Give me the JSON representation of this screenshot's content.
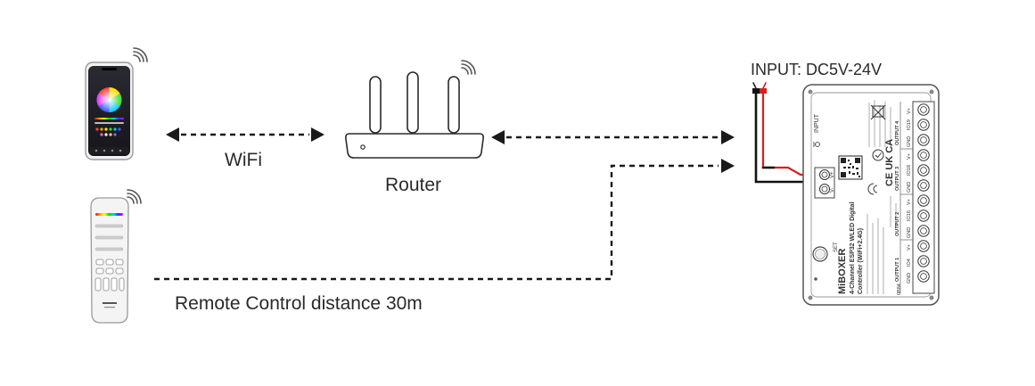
{
  "labels": {
    "wifi": "WiFi",
    "router": "Router",
    "remote": "Remote Control distance 30m",
    "input": "INPUT: DC5V-24V"
  },
  "controller": {
    "brand": "MiBOXER",
    "title_line1": "4-Channel ESP32 WLED Digital",
    "title_line2": "Controller (WiFi+2.4G)",
    "input_label": "INPUT",
    "set_label": "SET",
    "code": "0B84",
    "certs": "CE UK CA",
    "outputs": [
      "OUTPUT 1",
      "OUTPUT 2",
      "OUTPUT 3",
      "OUTPUT 4"
    ],
    "pins": [
      [
        "GND",
        "IO4",
        "V+"
      ],
      [
        "GND",
        "IO16",
        "V+"
      ],
      [
        "GND",
        "IO18",
        "V+"
      ],
      [
        "GND",
        "IO19",
        "V+"
      ]
    ],
    "input_pins": [
      "V+",
      "V-"
    ]
  },
  "colors": {
    "arrow": "#1a1a1a",
    "device_stroke": "#555555",
    "wire_red": "#d42020",
    "wire_black": "#111111"
  }
}
